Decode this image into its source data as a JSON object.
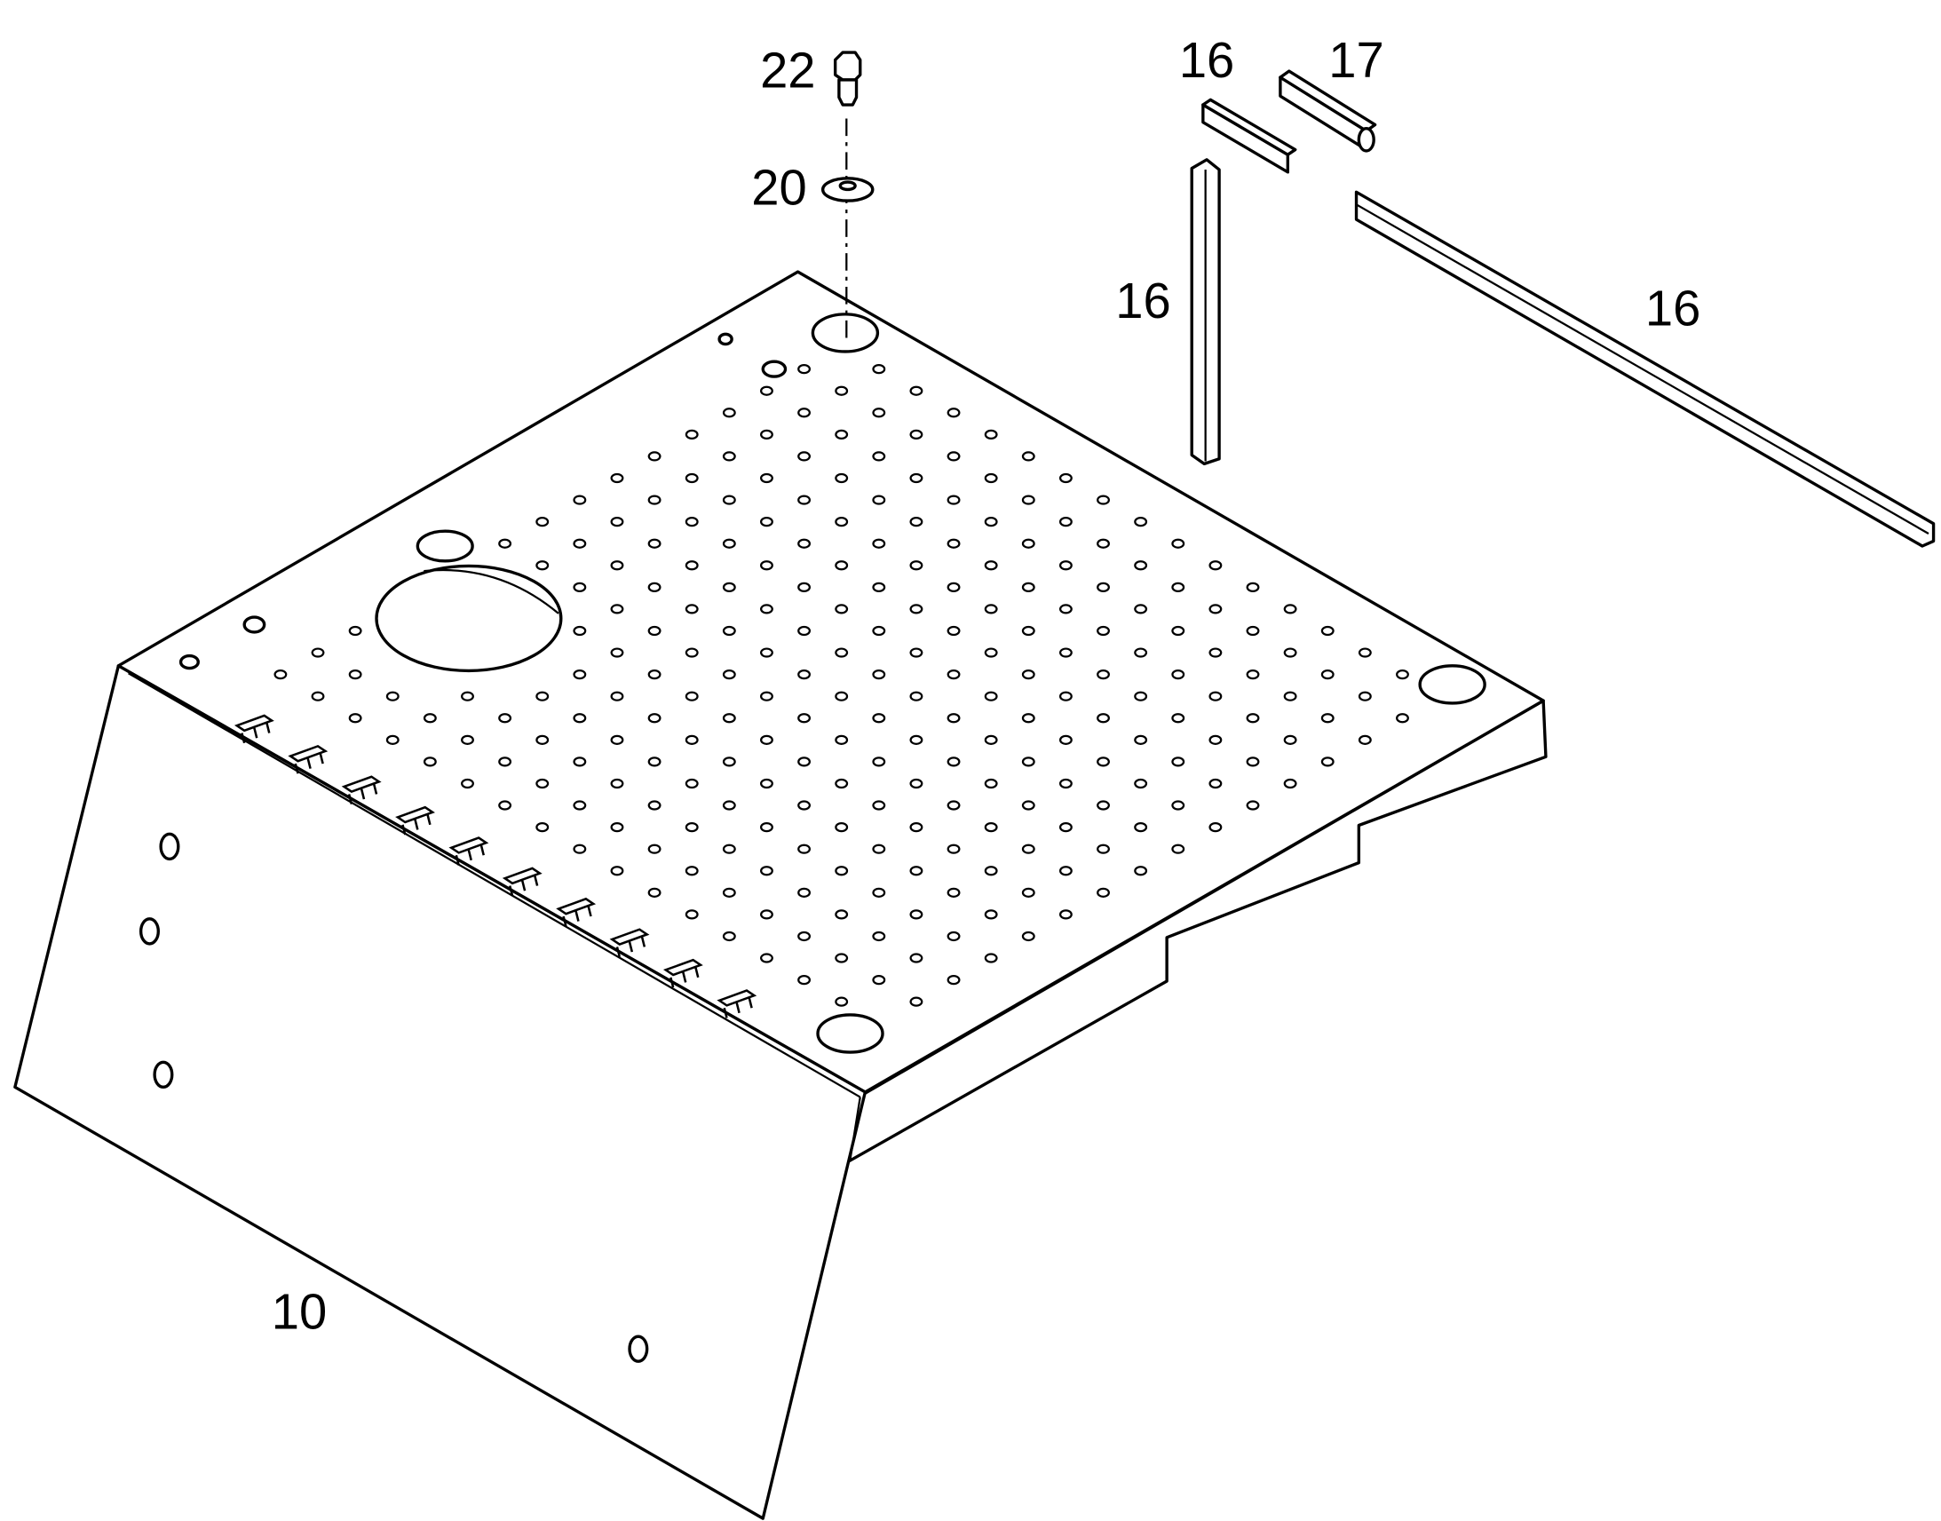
{
  "callouts": {
    "bolt": "22",
    "washer": "20",
    "seal_short": "16",
    "seal_vertical": "16",
    "end_cap": "17",
    "seal_long": "16",
    "floor_plate": "10"
  },
  "colors": {
    "line": "#000000",
    "paper": "#ffffff"
  }
}
